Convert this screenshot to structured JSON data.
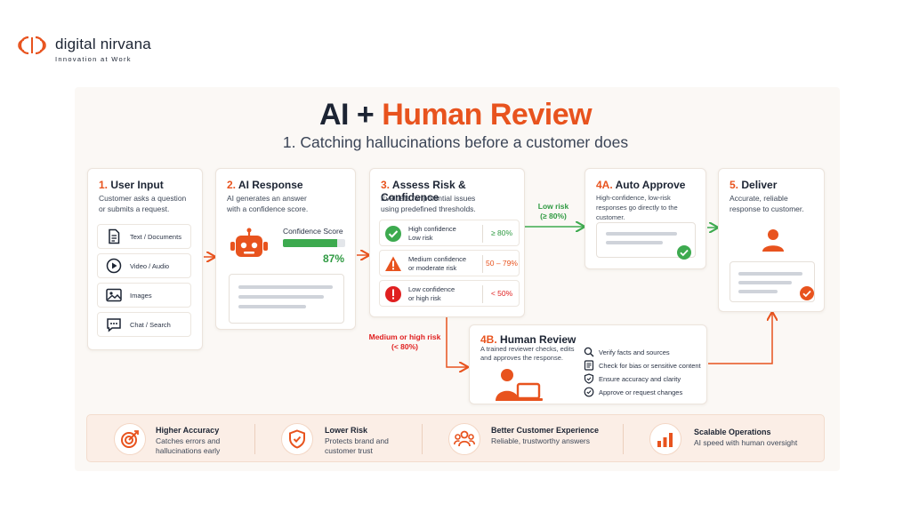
{
  "brand": {
    "name": "digital nirvana",
    "tagline": "Innovation at Work"
  },
  "title": {
    "part1": "AI +",
    "part2": "Human Review"
  },
  "subtitle": "1. Catching hallucinations before a customer does",
  "colors": {
    "accent": "#e8531e",
    "green": "#3daa4f",
    "red": "#e02020",
    "navy": "#1c2433"
  },
  "step1": {
    "num": "1.",
    "title": "User Input",
    "desc_line1": "Customer asks a question",
    "desc_line2": "or submits a request.",
    "items": [
      {
        "label": "Text / Documents",
        "icon": "document-icon"
      },
      {
        "label": "Video / Audio",
        "icon": "play-icon"
      },
      {
        "label": "Images",
        "icon": "image-icon"
      },
      {
        "label": "Chat / Search",
        "icon": "chat-icon"
      }
    ]
  },
  "step2": {
    "num": "2.",
    "title": "AI Response",
    "desc_line1": "AI generates an answer",
    "desc_line2": "with a confidence score.",
    "confidence_label": "Confidence Score",
    "confidence_value": 87,
    "confidence_text": "87%"
  },
  "step3": {
    "num": "3.",
    "title": "Assess Risk & Confidence",
    "desc_line1": "Evaluate for potential issues",
    "desc_line2": "using predefined thresholds.",
    "rows": [
      {
        "line1": "High confidence",
        "line2": "Low risk",
        "value": "≥ 80%",
        "icon": "check-circle-icon",
        "color": "#2f9a42"
      },
      {
        "line1": "Medium confidence",
        "line2": "or moderate risk",
        "value": "50 – 79%",
        "icon": "warning-icon",
        "color": "#e8531e"
      },
      {
        "line1": "Low confidence",
        "line2": "or high risk",
        "value": "< 50%",
        "icon": "alert-circle-icon",
        "color": "#e02020"
      }
    ]
  },
  "flow": {
    "low_risk_line1": "Low risk",
    "low_risk_line2": "(≥ 80%)",
    "medium_high_line1": "Medium or high risk",
    "medium_high_line2": "(< 80%)"
  },
  "step4a": {
    "num": "4A.",
    "title": "Auto Approve",
    "desc_line1": "High-confidence, low-risk",
    "desc_line2": "responses go directly to the customer."
  },
  "step4b": {
    "num": "4B.",
    "title": "Human Review",
    "desc_line1": "A trained reviewer checks, edits",
    "desc_line2": "and approves the response.",
    "checks": [
      {
        "label": "Verify facts and sources",
        "icon": "search-icon"
      },
      {
        "label": "Check for bias or sensitive content",
        "icon": "list-icon"
      },
      {
        "label": "Ensure accuracy and clarity",
        "icon": "shield-check-icon"
      },
      {
        "label": "Approve or request changes",
        "icon": "check-circle-icon"
      }
    ]
  },
  "step5": {
    "num": "5.",
    "title": "Deliver",
    "desc_line1": "Accurate, reliable",
    "desc_line2": "response to customer."
  },
  "benefits": [
    {
      "title": "Higher Accuracy",
      "line1": "Catches errors and",
      "line2": "hallucinations early",
      "icon": "target-icon"
    },
    {
      "title": "Lower Risk",
      "line1": "Protects brand and",
      "line2": "customer trust",
      "icon": "shield-icon"
    },
    {
      "title": "Better Customer Experience",
      "line1": "Reliable, trustworthy answers",
      "line2": "",
      "icon": "users-icon"
    },
    {
      "title": "Scalable Operations",
      "line1": "AI speed with human oversight",
      "line2": "",
      "icon": "bar-chart-icon"
    }
  ]
}
